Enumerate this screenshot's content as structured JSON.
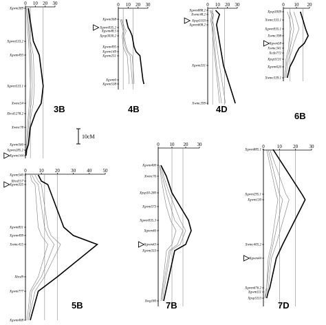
{
  "colors": {
    "bold_line": "#000000",
    "thin_line": "#7a7a7a",
    "threshold_line": "#8a8a8a",
    "arrow_fill": "#ffffff"
  },
  "scale_bar": {
    "label": "10cM"
  },
  "chart_data": [
    {
      "panel": "3B",
      "type": "line",
      "x_ticks": [
        0,
        10,
        20,
        30
      ],
      "xlim": [
        0,
        30
      ],
      "thresholds": [
        5,
        18
      ],
      "markers": [
        "Xgwm389",
        "Xgwm533.2",
        "Xgwm493",
        "Xgwm533.1",
        "Xwmc54",
        "Xbcd1278.2",
        "Xwmc78",
        "Xgwm566",
        "Xgwm285.2",
        "Xgwm144"
      ],
      "arrow_marker": "Xgwm144",
      "bold_profile": [
        3,
        8,
        14,
        18,
        16,
        10,
        5,
        3,
        1,
        0.5
      ],
      "thin_profiles": [
        [
          2,
          4,
          6,
          7,
          6,
          4,
          3,
          2,
          1,
          0.5
        ],
        [
          3,
          5,
          8,
          9,
          8,
          6,
          4,
          3,
          2,
          1
        ],
        [
          1,
          3,
          4,
          5,
          4,
          3,
          2,
          1,
          1,
          0.5
        ]
      ]
    },
    {
      "panel": "4B",
      "type": "line",
      "x_ticks": [
        0,
        10,
        20,
        30
      ],
      "xlim": [
        0,
        30
      ],
      "thresholds": [
        5,
        15
      ],
      "markers": [
        "Xgwm368",
        "Xgwm935.2",
        "Xgwm48.5",
        "Xpsp3030.2",
        "Xgwm495",
        "Xgwm149",
        "Xgwm251",
        "Xgwm6",
        "Xgwm538"
      ],
      "arrow_marker": "Xgwm935.2",
      "bold_profile": [
        8,
        10,
        12,
        14,
        16,
        18,
        22,
        25,
        26
      ],
      "thin_profiles": [
        [
          3,
          5,
          6,
          5,
          7,
          9,
          12,
          14,
          14
        ],
        [
          4,
          6,
          8,
          6,
          8,
          10,
          14,
          16,
          16
        ],
        [
          2,
          4,
          5,
          4,
          5,
          7,
          9,
          11,
          11
        ]
      ]
    },
    {
      "panel": "4D",
      "type": "line",
      "x_ticks": [
        0,
        10,
        20,
        30
      ],
      "xlim": [
        0,
        30
      ],
      "thresholds": [
        5,
        17
      ],
      "markers": [
        "Xgwm888.2",
        "Xwmc48.2",
        "Xpsp3103",
        "Xgwm608.2",
        "Xgwm331",
        "Xwmc399"
      ],
      "arrow_marker": "Xpsp3103",
      "bold_profile": [
        8,
        12,
        10,
        9,
        16,
        28
      ],
      "thin_profiles": [
        [
          3,
          5,
          4,
          5,
          9,
          14
        ],
        [
          4,
          6,
          5,
          6,
          12,
          18
        ],
        [
          2,
          4,
          3,
          4,
          8,
          12
        ]
      ]
    },
    {
      "panel": "6B",
      "type": "line",
      "x_ticks": [
        0,
        10,
        20
      ],
      "xlim": [
        0,
        20
      ],
      "thresholds": [
        5,
        15
      ],
      "markers": [
        "Xpsp3009",
        "Xwmc333.1",
        "Xgwm935.1",
        "Xwmc398",
        "Xgwm58",
        "Xwmc341",
        "Xcdo772",
        "Xpsp3131",
        "Xgwm626",
        "Xwmc339.1"
      ],
      "arrow_marker": "Xgwm58",
      "bold_profile": [
        13,
        15,
        17,
        19,
        16,
        12,
        10,
        8,
        5,
        3
      ],
      "thin_profiles": [
        [
          5,
          7,
          8,
          7,
          6,
          5,
          4,
          3,
          2,
          1
        ],
        [
          8,
          10,
          12,
          10,
          8,
          7,
          6,
          4,
          3,
          2
        ],
        [
          3,
          5,
          6,
          5,
          4,
          4,
          3,
          2,
          2,
          1
        ]
      ]
    },
    {
      "panel": "5B",
      "type": "line",
      "x_ticks": [
        0,
        10,
        20,
        30,
        40,
        50
      ],
      "xlim": [
        0,
        50
      ],
      "thresholds": [
        12,
        20
      ],
      "markers": [
        "Xgwm540",
        "Xbcd157",
        "Xgwm335",
        "Xgwm831",
        "Xgwm499",
        "Xwmc415",
        "Xbcd9",
        "Xgwm777",
        "Xgwm408"
      ],
      "arrow_marker": "Xgwm335",
      "bold_profile": [
        8,
        10,
        14,
        24,
        30,
        45,
        20,
        8,
        3
      ],
      "thin_profiles": [
        [
          4,
          6,
          8,
          12,
          14,
          18,
          10,
          4,
          2
        ],
        [
          6,
          8,
          10,
          14,
          16,
          22,
          12,
          6,
          2
        ],
        [
          3,
          4,
          6,
          8,
          10,
          14,
          8,
          3,
          1
        ]
      ]
    },
    {
      "panel": "7B",
      "type": "line",
      "x_ticks": [
        0,
        10,
        20,
        30
      ],
      "xlim": [
        0,
        30
      ],
      "thresholds": [
        10,
        18
      ],
      "markers": [
        "Xgwm400",
        "Xwmc76",
        "Xpsp30-280",
        "Xgwm573",
        "Xgwm935.3",
        "Xgwm46",
        "Xgwm43",
        "Xgwm333",
        "Xwg180"
      ],
      "arrow_marker": "Xgwm43",
      "bold_profile": [
        2,
        6,
        10,
        16,
        22,
        24,
        20,
        12,
        4
      ],
      "thin_profiles": [
        [
          1,
          3,
          6,
          9,
          12,
          18,
          14,
          8,
          2
        ],
        [
          2,
          4,
          8,
          12,
          16,
          20,
          16,
          9,
          3
        ],
        [
          1,
          2,
          4,
          6,
          9,
          13,
          10,
          6,
          2
        ]
      ]
    },
    {
      "panel": "7D",
      "type": "line",
      "x_ticks": [
        0,
        10,
        20,
        30
      ],
      "xlim": [
        0,
        30
      ],
      "thresholds": [
        10,
        20
      ],
      "markers": [
        "Xgwm885.1",
        "Xgwm295.1",
        "Xgwm130",
        "Xwmc405.2",
        "Xgwm44",
        "Xgwm676.2",
        "Xgwm111",
        "Xpsp3113"
      ],
      "arrow_marker": "Xgwm44",
      "bold_profile": [
        6,
        24,
        26,
        12,
        8,
        4,
        3,
        2
      ],
      "thin_profiles": [
        [
          3,
          10,
          12,
          6,
          4,
          2,
          2,
          1
        ],
        [
          4,
          14,
          16,
          8,
          5,
          3,
          2,
          1
        ],
        [
          2,
          8,
          9,
          5,
          3,
          2,
          1,
          1
        ]
      ]
    }
  ]
}
